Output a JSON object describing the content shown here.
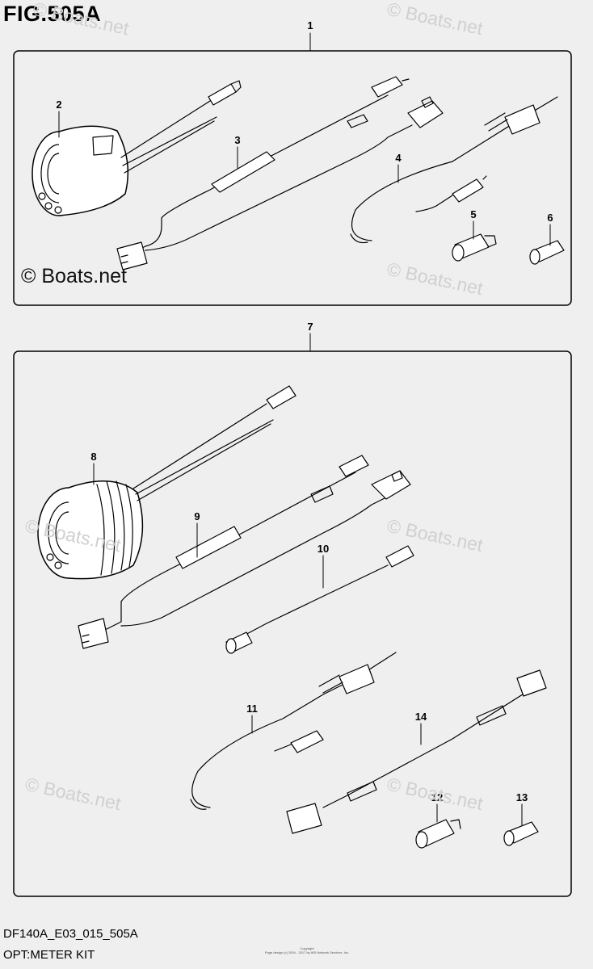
{
  "figure": {
    "title": "FIG.505A",
    "code": "DF140A_E03_015_505A",
    "caption": "OPT:METER KIT",
    "copyright_line1": "Copyright",
    "copyright_line2": "Page design (c) 2004 - 2017 by ARI Network Services, Inc."
  },
  "watermark": {
    "main": "© Boats.net",
    "faint": "© Boats.net"
  },
  "callouts": [
    "1",
    "2",
    "3",
    "4",
    "5",
    "6",
    "7",
    "8",
    "9",
    "10",
    "11",
    "12",
    "13",
    "14"
  ]
}
